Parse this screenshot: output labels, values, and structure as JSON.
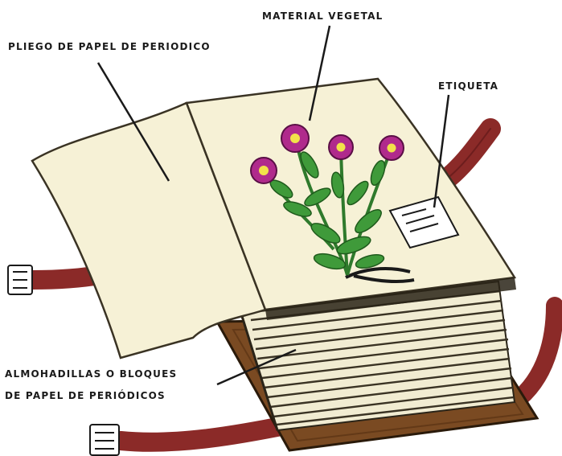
{
  "labels": {
    "newspaper_sheet": "PLIEGO DE PAPEL DE PERIODICO",
    "plant_material": "MATERIAL VEGETAL",
    "tag": "ETIQUETA",
    "pads_line1": "ALMOHADILLAS O BLOQUES",
    "pads_line2": "DE PAPEL DE PERIÓDICOS"
  },
  "colors": {
    "paper": "#f6f1d6",
    "paper_edge": "#3a3324",
    "strap": "#8b2a28",
    "board": "#7a4a22",
    "leaf": "#3f9a3a",
    "flower": "#b02a8c",
    "flower_center": "#f2e24a"
  }
}
